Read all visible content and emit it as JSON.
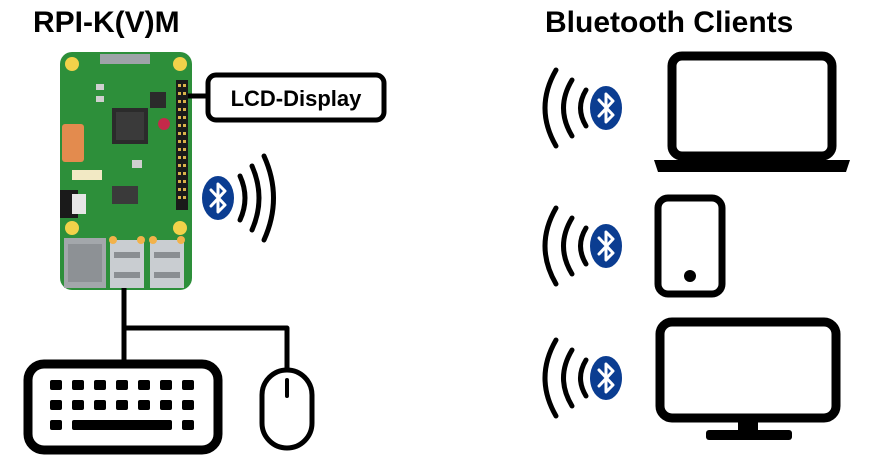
{
  "left": {
    "title": "RPI-K(V)M",
    "lcd_label": "LCD-Display",
    "board_icon": "raspberry-pi-board",
    "keyboard_icon": "keyboard-icon",
    "mouse_icon": "mouse-icon"
  },
  "right": {
    "title": "Bluetooth Clients",
    "clients": [
      {
        "device": "laptop-icon"
      },
      {
        "device": "tablet-icon"
      },
      {
        "device": "monitor-icon"
      }
    ]
  },
  "colors": {
    "board_green": "#2d8f3a",
    "bluetooth_blue": "#0b3d91",
    "line": "#000000"
  }
}
